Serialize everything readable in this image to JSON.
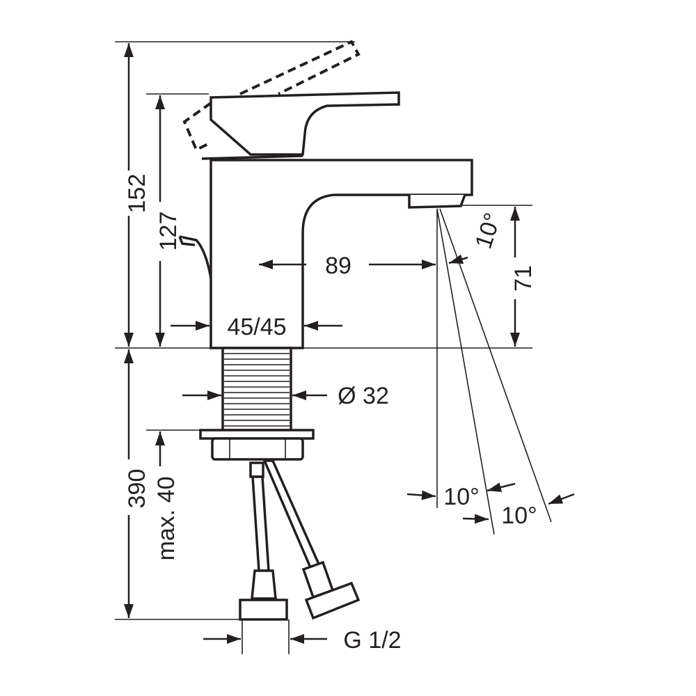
{
  "title": "Basin mixer dimension drawing",
  "dimensions": {
    "total_height": "152",
    "lever_height": "127",
    "spout_reach": "89",
    "spout_angle": "10°",
    "spout_height": "71",
    "body_size": "45/45",
    "shank_diameter": "Ø 32",
    "hose_length": "390",
    "max_deck_thickness": "max. 40",
    "spray_angle_1": "10°",
    "spray_angle_2": "10°",
    "connection_thread": "G 1/2"
  },
  "colors": {
    "line": "#231f20",
    "background": "#ffffff"
  }
}
